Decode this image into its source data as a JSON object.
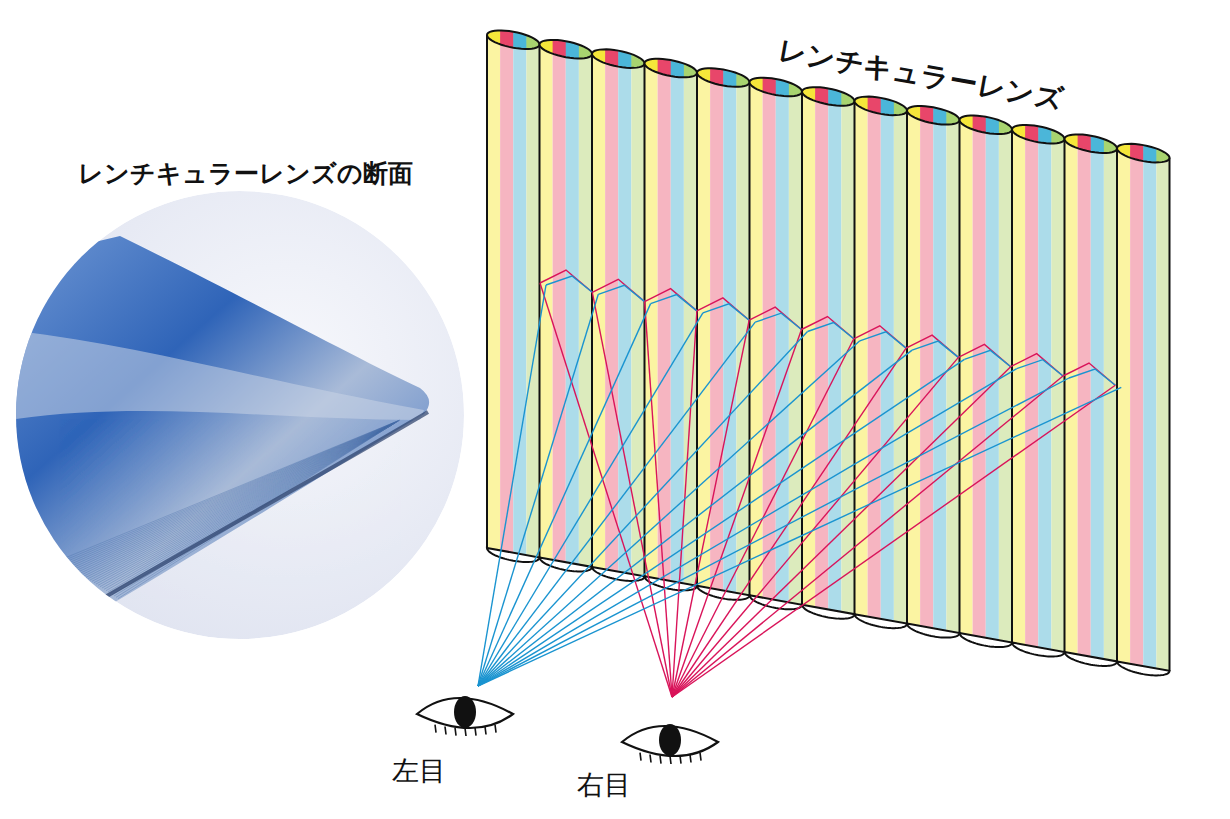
{
  "diagram": {
    "labels": [
      "レンチキュラーレンズの断面",
      "レンチキュラーレンズ",
      "左目",
      "右目"
    ]
  }
}
